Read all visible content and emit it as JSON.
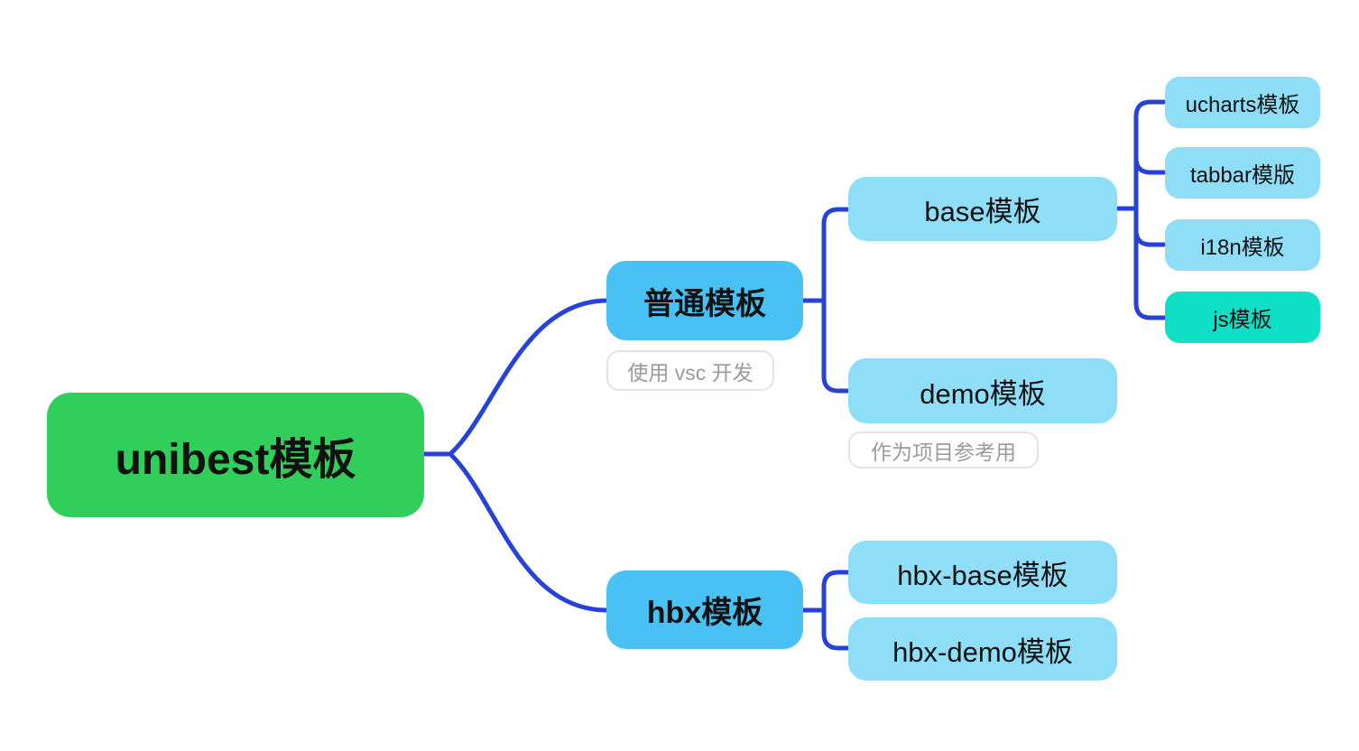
{
  "diagram": {
    "type": "mindmap",
    "root": {
      "label": "unibest模板"
    },
    "branches": [
      {
        "label": "普通模板",
        "note": "使用 vsc 开发",
        "children": [
          {
            "label": "base模板",
            "children": [
              {
                "label": "ucharts模板"
              },
              {
                "label": "tabbar模版"
              },
              {
                "label": "i18n模板"
              },
              {
                "label": "js模板"
              }
            ]
          },
          {
            "label": "demo模板",
            "note": "作为项目参考用"
          }
        ]
      },
      {
        "label": "hbx模板",
        "children": [
          {
            "label": "hbx-base模板"
          },
          {
            "label": "hbx-demo模板"
          }
        ]
      }
    ],
    "colors": {
      "root_green": "#31CE5C",
      "branch_blue": "#49C1F4",
      "child_light_blue": "#8FDEF8",
      "highlight_teal": "#0FE0C5",
      "connector_blue": "#2742D8",
      "note_border": "#E3E3E3",
      "note_text": "#9B9B9B",
      "node_text": "#111111",
      "background": "#FFFFFF"
    }
  }
}
